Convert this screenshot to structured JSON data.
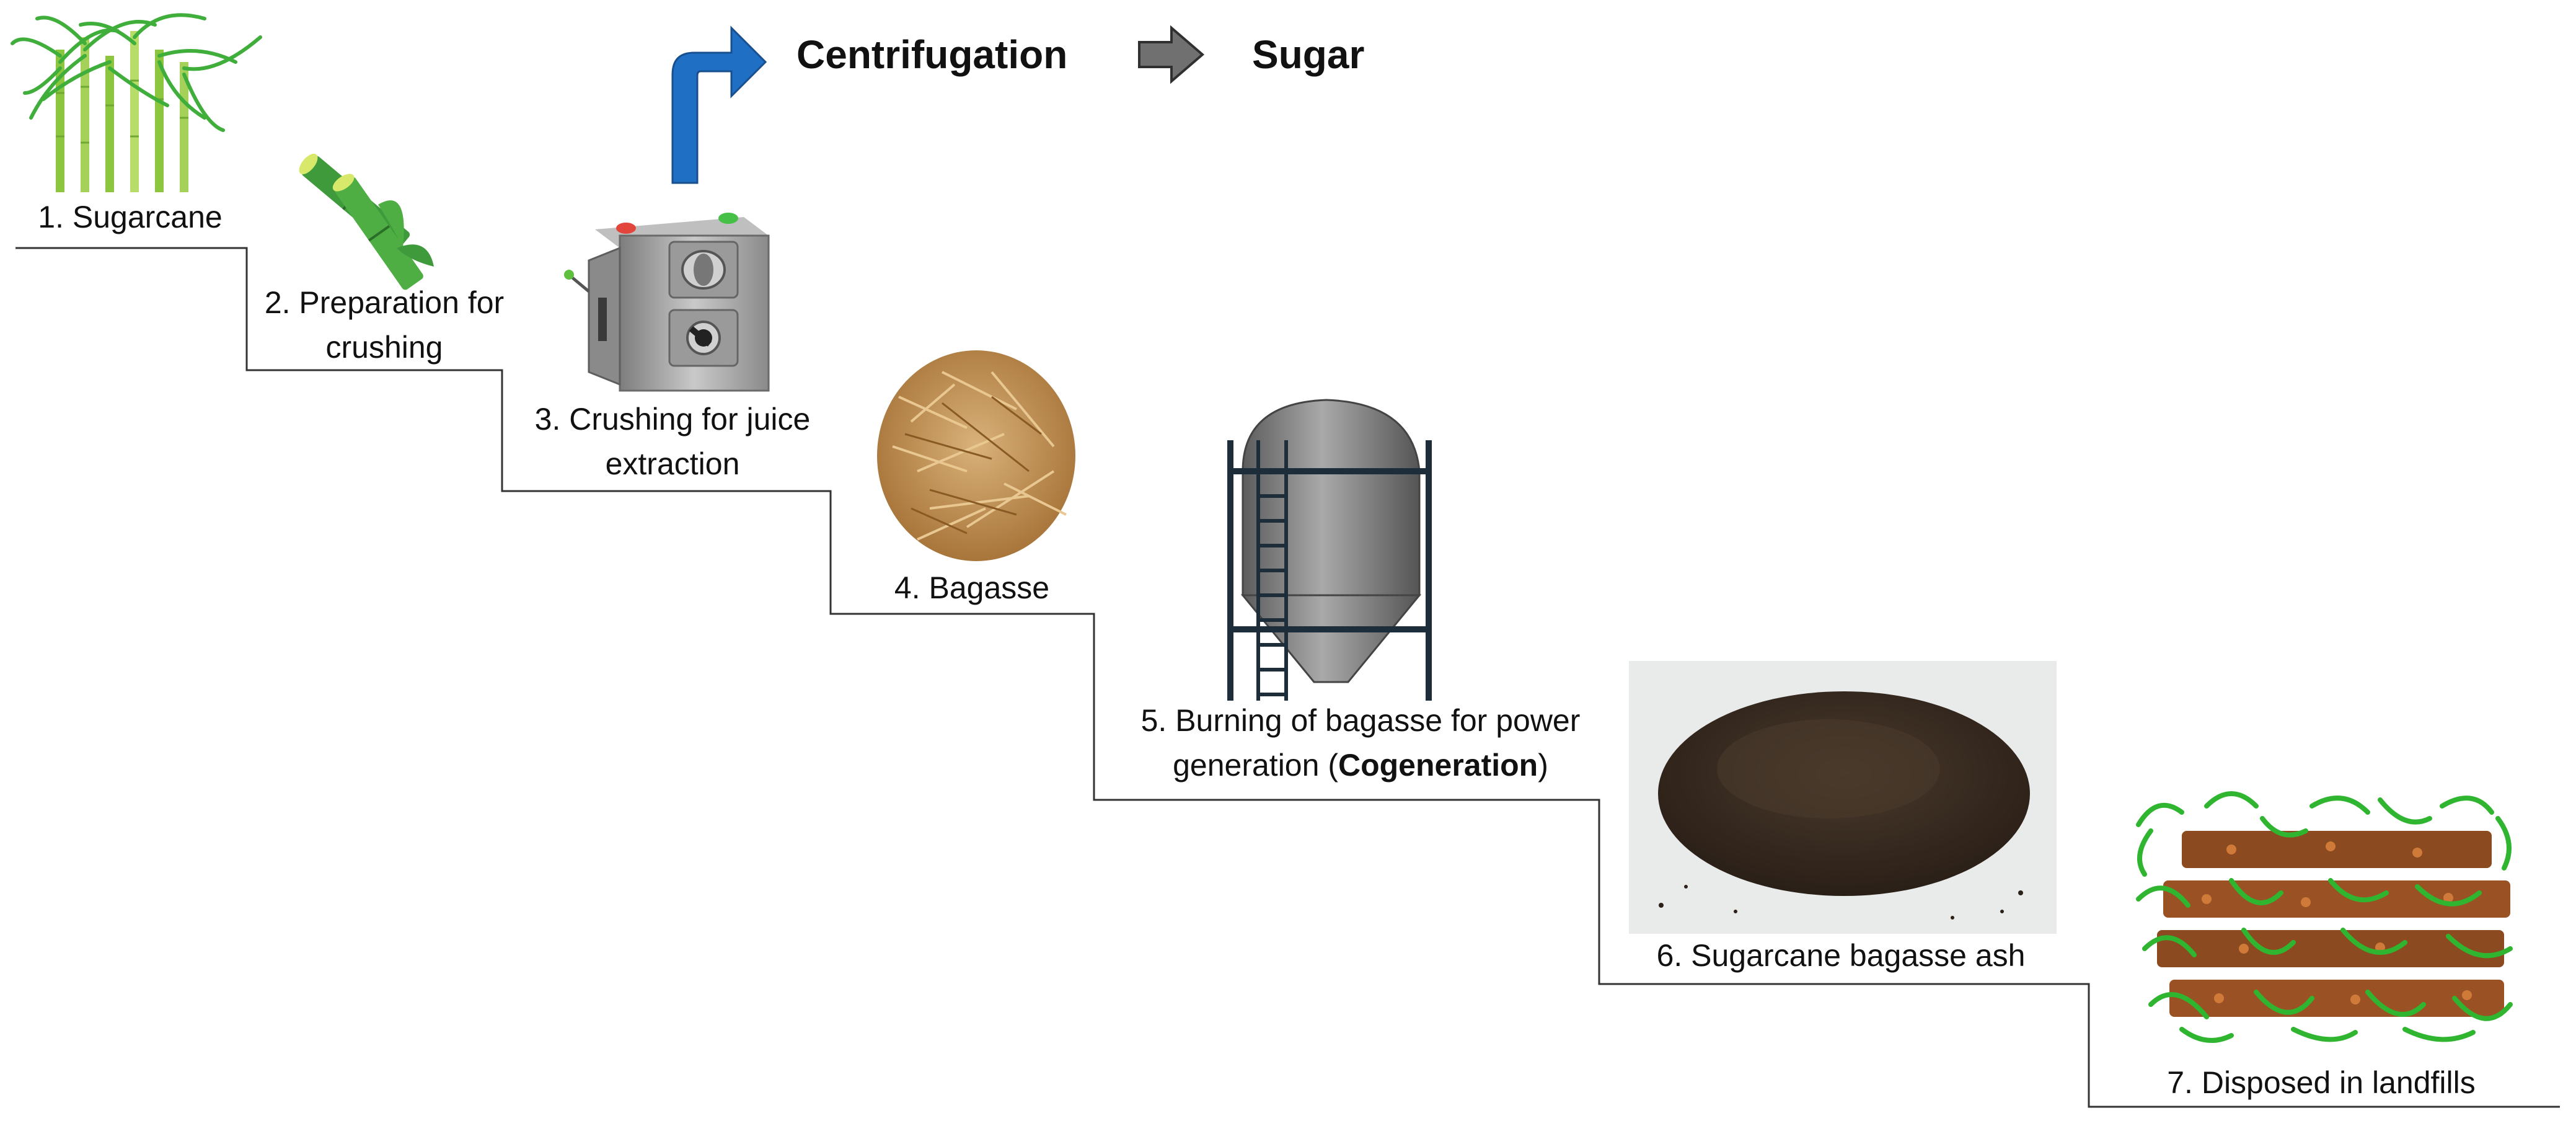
{
  "top_flow": {
    "centrifugation": "Centrifugation",
    "sugar": "Sugar"
  },
  "steps": [
    {
      "label": "1. Sugarcane"
    },
    {
      "line1": "2. Preparation for",
      "line2": "crushing"
    },
    {
      "line1": "3. Crushing for juice",
      "line2": "extraction"
    },
    {
      "label": "4. Bagasse"
    },
    {
      "line1": "5. Burning of bagasse for power",
      "line2_pre": "generation (",
      "line2_bold": "Cogeneration",
      "line2_post": ")"
    },
    {
      "label": "6. Sugarcane bagasse ash"
    },
    {
      "label": "7. Disposed in landfills"
    }
  ],
  "colors": {
    "blue_arrow": "#1f6fc5",
    "gray_arrow": "#707070",
    "stair_line": "#333333",
    "cane_green": "#3fae3a",
    "bagasse": "#c99a55",
    "ash": "#3b2d22",
    "landfill_soil": "#8b4a1f",
    "landfill_grass": "#2fb52f"
  }
}
